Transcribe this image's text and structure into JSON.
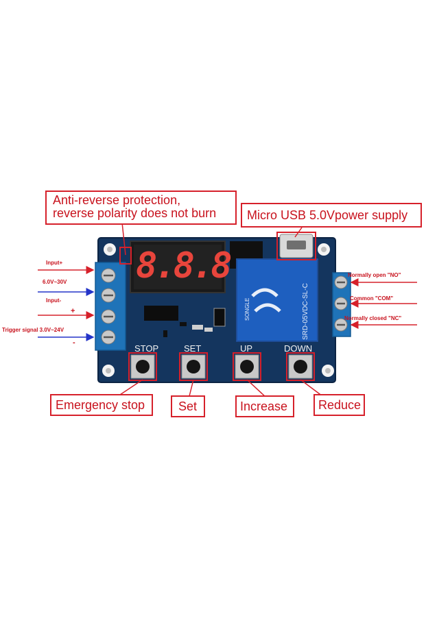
{
  "callouts": {
    "anti_reverse_line1": "Anti-reverse protection,",
    "anti_reverse_line2": "reverse polarity does not burn",
    "micro_usb": "Micro USB 5.0Vpower supply",
    "emergency_stop": "Emergency stop",
    "set": "Set",
    "increase": "Increase",
    "reduce": "Reduce"
  },
  "left_terminals": {
    "input_plus": "Input+",
    "voltage": "6.0V~30V",
    "input_minus": "Input-",
    "plus_sign": "+",
    "trigger": "Trigger signal  3.0V~24V",
    "minus_sign": "-"
  },
  "right_terminals": {
    "normally_open": "Normally open \"NO\"",
    "common": "Common \"COM\"",
    "normally_closed": "Normally closed \"NC\""
  },
  "board": {
    "display": "8.8.8",
    "btn_stop": "STOP",
    "btn_set": "SET",
    "btn_up": "UP",
    "btn_down": "DOWN",
    "relay_brand": "SONGLE",
    "relay_model": "SRD-05VDC-SL-C"
  },
  "colors": {
    "board_blue": "#14355e",
    "terminal_blue": "#1f73b8",
    "callout_red": "#d6202a",
    "arrow_blue": "#2434c8",
    "segment_red": "#e8453c"
  }
}
